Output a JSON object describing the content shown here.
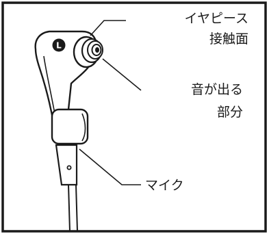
{
  "labels": {
    "eartip_line1": "イヤピース",
    "eartip_line2": "接触面",
    "sound_line1": "音が出る",
    "sound_line2": "部分",
    "mic": "マイク"
  },
  "side_badge": "L",
  "colors": {
    "ink": "#1a1a1a",
    "background": "#ffffff"
  }
}
